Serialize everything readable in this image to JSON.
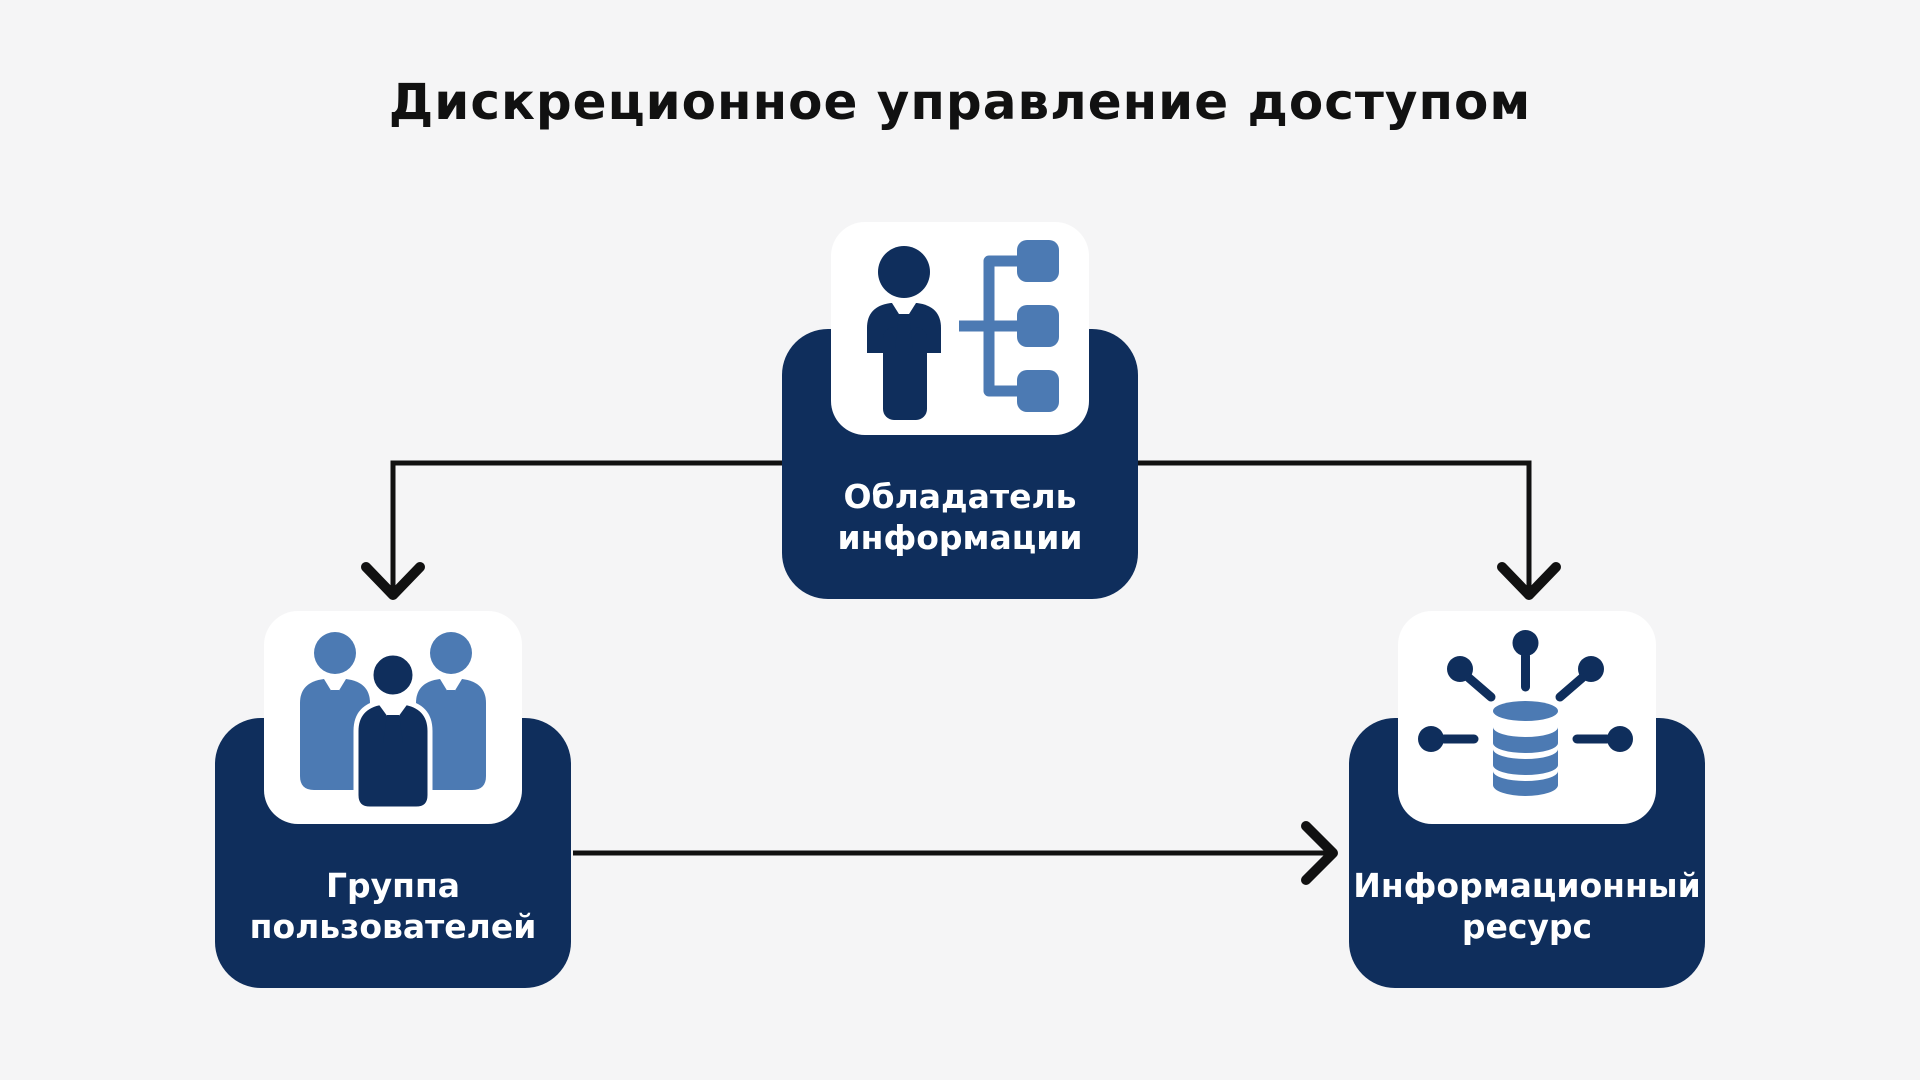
{
  "title": "Дискреционное управление доступом",
  "colors": {
    "background": "#f5f5f6",
    "navy": "#0f2e5c",
    "blue": "#4c7ab3",
    "white": "#ffffff",
    "arrow": "#111111",
    "title_text": "#111111"
  },
  "nodes": {
    "owner": {
      "label_line1": "Обладатель",
      "label_line2": "информации",
      "icon": "person-hierarchy-icon"
    },
    "users": {
      "label_line1": "Группа",
      "label_line2": "пользователей",
      "icon": "user-group-icon"
    },
    "resource": {
      "label_line1": "Информационный",
      "label_line2": "ресурс",
      "icon": "database-network-icon"
    }
  },
  "edges": [
    {
      "from": "owner",
      "to": "users"
    },
    {
      "from": "owner",
      "to": "resource"
    },
    {
      "from": "users",
      "to": "resource"
    }
  ]
}
